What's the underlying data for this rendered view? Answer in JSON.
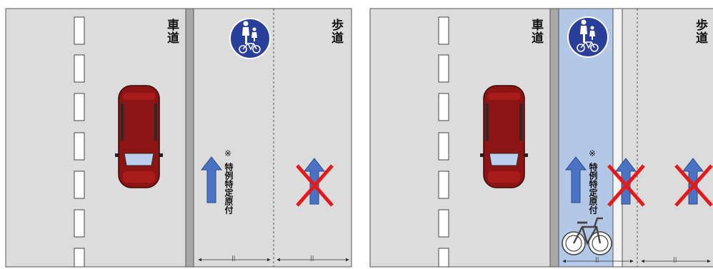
{
  "left_panel": {
    "roadway_label": "車道",
    "sidewalk_label": "歩道",
    "note_mark": "※",
    "vehicle_label": "特例特定原付",
    "dimension_mark": "||"
  },
  "right_panel": {
    "roadway_label": "車道",
    "sidewalk_label": "歩道",
    "note_mark": "※",
    "vehicle_label": "特例特定原付",
    "dimension_mark": "||"
  },
  "colors": {
    "road": "#dcdcdc",
    "curb": "#a8a8a8",
    "sign_blue": "#2a3f9a",
    "arrow_blue": "#4a73c4",
    "cross_red": "#e61919",
    "car_red": "#8c1414",
    "bike_lane": "#b3c7e6"
  }
}
